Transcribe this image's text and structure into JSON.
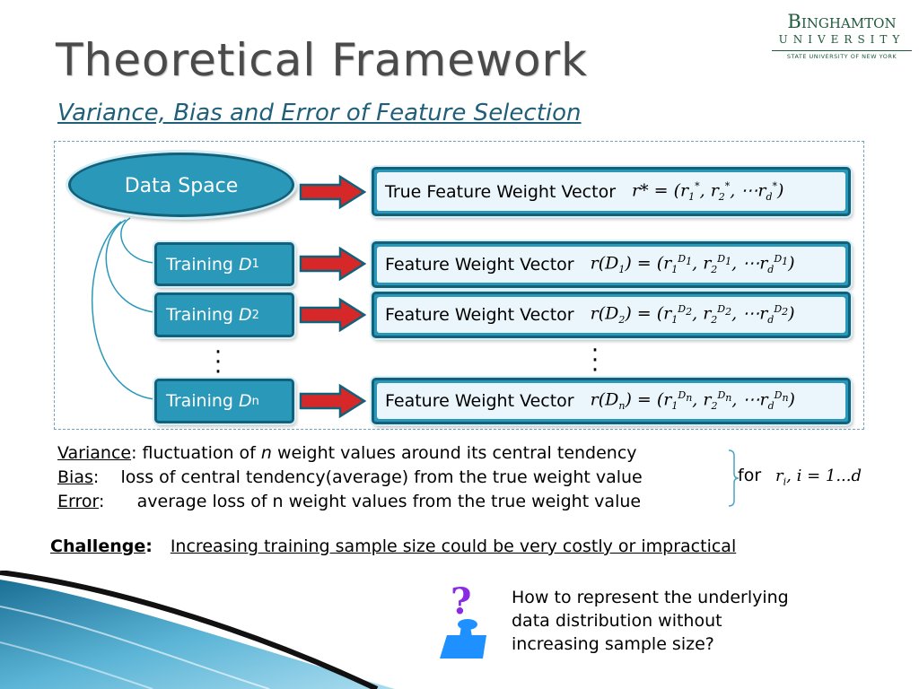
{
  "title": "Theoretical Framework",
  "subtitle": "Variance, Bias and Error of Feature Selection",
  "logo": {
    "line1": "Binghamton",
    "line2": "UNIVERSITY",
    "line3": "STATE UNIVERSITY OF NEW YORK"
  },
  "diagram": {
    "data_space": "Data Space",
    "true_vector": {
      "label": "True Feature Weight Vector",
      "math": {
        "lhs": "r*",
        "r": "r",
        "sup": "*",
        "d": "d"
      }
    },
    "rows": [
      {
        "training": "Training",
        "sub": "1",
        "label": "Feature Weight Vector",
        "D": "D"
      },
      {
        "training": "Training",
        "sub": "2",
        "label": "Feature Weight Vector",
        "D": "D"
      },
      {
        "training": "Training",
        "sub": "n",
        "label": "Feature Weight Vector",
        "D": "D"
      }
    ]
  },
  "definitions": [
    {
      "term": "Variance",
      "sep": ":",
      "text": "fluctuation of",
      "italic": "n",
      "text2": "weight values around its central tendency"
    },
    {
      "term": "Bias",
      "sep": ":",
      "text": "loss of central tendency(average) from the true weight value"
    },
    {
      "term": "Error",
      "sep": ":",
      "text": "average loss of n weight values from the true weight value"
    }
  ],
  "for_label": "for",
  "for_math": "i = 1...d",
  "challenge": {
    "label": "Challenge",
    "sep": ":",
    "text": "Increasing training sample size could be very costly or impractical"
  },
  "question": {
    "line1": "How to represent the underlying",
    "line2": "data distribution without",
    "line3": "increasing sample size?"
  },
  "colors": {
    "box_fill": "#2a98b8",
    "box_border": "#13607a",
    "arrow": "#d62828",
    "question_purple": "#8a2be2",
    "question_blue": "#1e90ff"
  }
}
